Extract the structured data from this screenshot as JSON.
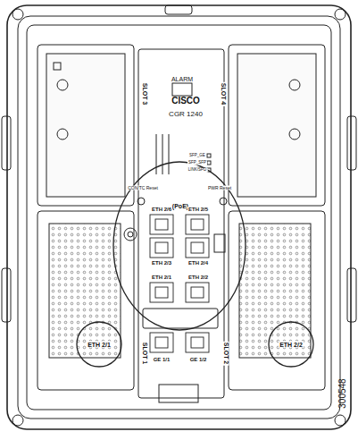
{
  "diagram": {
    "labels": [
      "ALARM",
      "CISCO",
      "CGR 1240",
      "SLOT 3",
      "SLOT 4",
      "SLOT 1",
      "SLOT 2",
      "(PoE)",
      "ETH 2/6",
      "ETH 2/5",
      "ETH 2/3",
      "ETH 2/4",
      "ETH 2/1",
      "ETH 2/2",
      "CON/TC Reset",
      "PWR Reset",
      "SFP_GE",
      "SFP_SFP",
      "LINK/SPD",
      "GE 1/1",
      "GE 1/2",
      "ETH 2/1",
      "ETH 2/2",
      "300548"
    ]
  }
}
